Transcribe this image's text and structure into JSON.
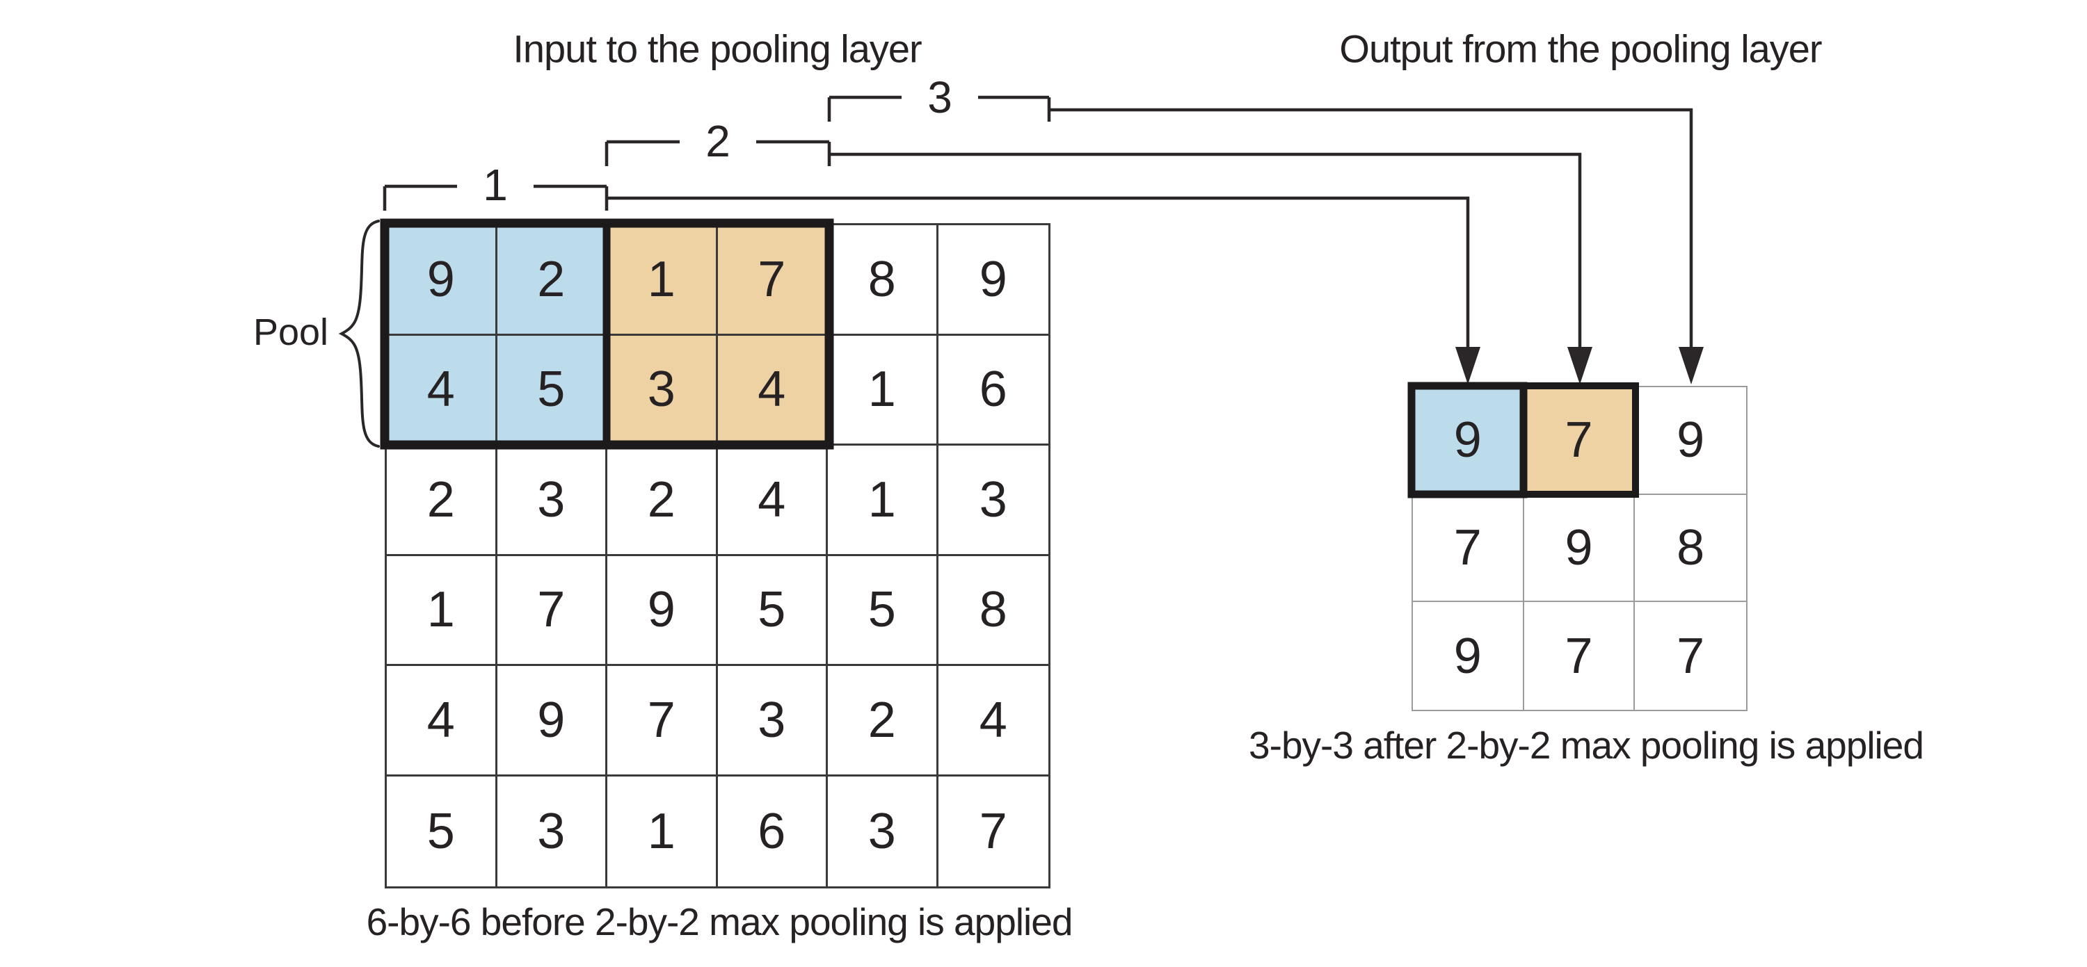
{
  "titles": {
    "input": "Input to the pooling layer",
    "output": "Output from the pooling layer"
  },
  "pool_label": "Pool",
  "window_labels": [
    "1",
    "2",
    "3"
  ],
  "input_grid": {
    "rows": 6,
    "cols": 6,
    "values": [
      [
        9,
        2,
        1,
        7,
        8,
        9
      ],
      [
        4,
        5,
        3,
        4,
        1,
        6
      ],
      [
        2,
        3,
        2,
        4,
        1,
        3
      ],
      [
        1,
        7,
        9,
        5,
        5,
        8
      ],
      [
        4,
        9,
        7,
        3,
        2,
        4
      ],
      [
        5,
        3,
        1,
        6,
        3,
        7
      ]
    ],
    "caption": "6-by-6 before 2-by-2 max pooling is applied"
  },
  "output_grid": {
    "rows": 3,
    "cols": 3,
    "values": [
      [
        9,
        7,
        9
      ],
      [
        7,
        9,
        8
      ],
      [
        9,
        7,
        7
      ]
    ],
    "caption": "3-by-3 after 2-by-2 max pooling is applied"
  },
  "colors": {
    "pool_window_1": "#bcdbeb",
    "pool_window_2": "#eed2a4",
    "line": "#2b2728",
    "thick_border": "#1d1a1b",
    "grid_line": "#3a3a3a",
    "output_grid_line": "#9b9b9b"
  }
}
